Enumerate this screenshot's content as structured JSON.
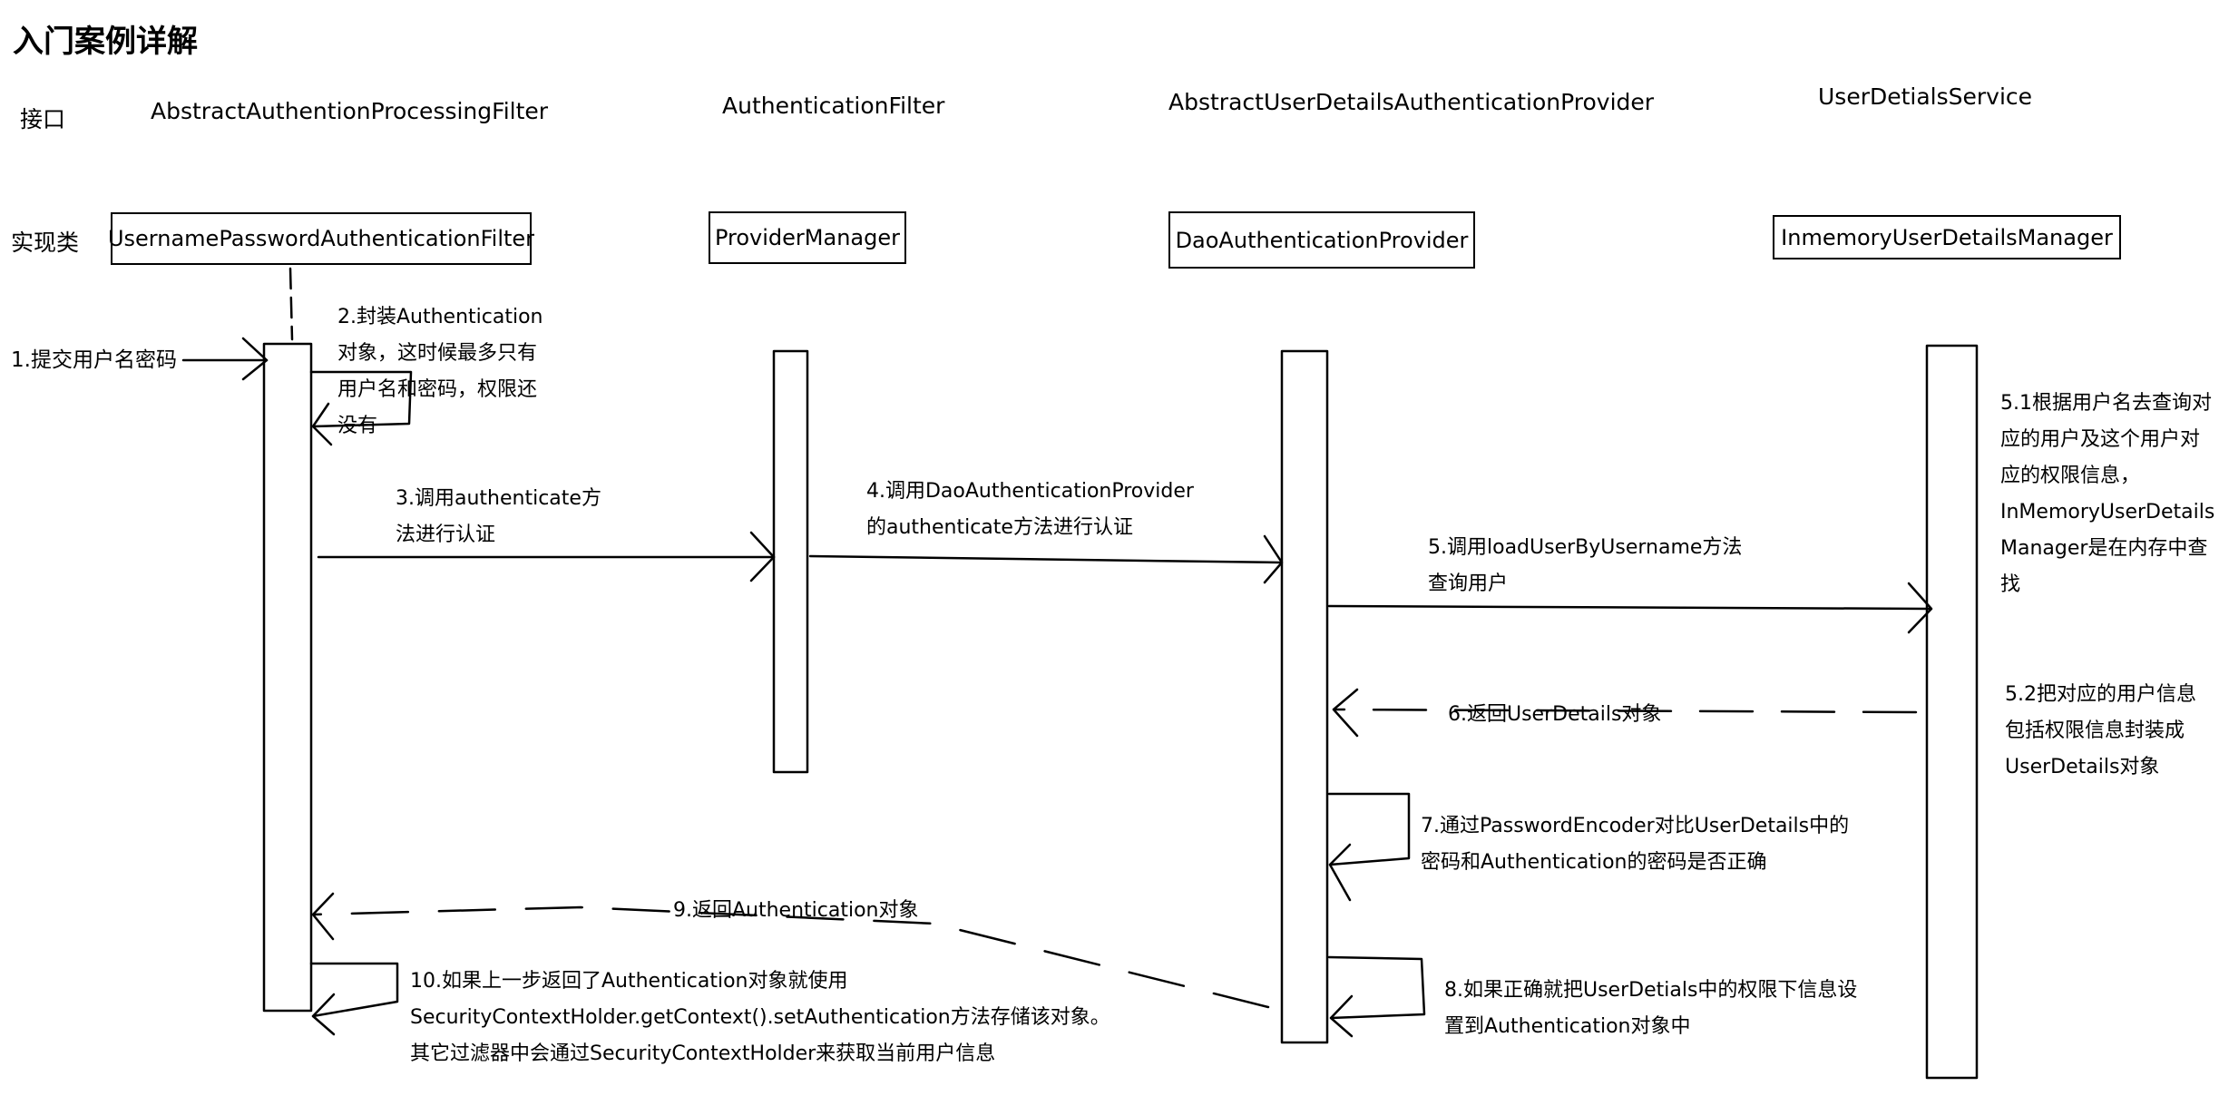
{
  "title": "入门案例详解",
  "row_labels": {
    "interface": "接口",
    "impl": "实现类"
  },
  "interfaces": [
    "AbstractAuthentionProcessingFilter",
    "AuthenticationFilter",
    "AbstractUserDetailsAuthenticationProvider",
    "UserDetialsService"
  ],
  "impls": [
    "UsernamePasswordAuthenticationFilter",
    "ProviderManager",
    "DaoAuthenticationProvider",
    "InmemoryUserDetailsManager"
  ],
  "steps": {
    "s1": "1.提交用户名密码",
    "s2": [
      "2.封装Authentication",
      "对象，这时候最多只有",
      "用户名和密码，权限还",
      "没有"
    ],
    "s3": [
      "3.调用authenticate方",
      "法进行认证"
    ],
    "s4": [
      "4.调用DaoAuthenticationProvider",
      "的authenticate方法进行认证"
    ],
    "s5": [
      "5.调用loadUserByUsername方法",
      "查询用户"
    ],
    "s51": [
      "5.1根据用户名去查询对",
      "应的用户及这个用户对",
      "应的权限信息，",
      "InMemoryUserDetails",
      "Manager是在内存中查",
      "找"
    ],
    "s52": [
      "5.2把对应的用户信息",
      "包括权限信息封装成",
      "UserDetails对象"
    ],
    "s6": "6.返回UserDetails对象",
    "s7": [
      "7.通过PasswordEncoder对比UserDetails中的",
      "密码和Authentication的密码是否正确"
    ],
    "s8": [
      "8.如果正确就把UserDetials中的权限下信息设",
      "置到Authentication对象中"
    ],
    "s9": "9.返回Authentication对象",
    "s10": [
      "10.如果上一步返回了Authentication对象就使用",
      "SecurityContextHolder.getContext().setAuthentication方法存储该对象。",
      "其它过滤器中会通过SecurityContextHolder来获取当前用户信息"
    ]
  }
}
